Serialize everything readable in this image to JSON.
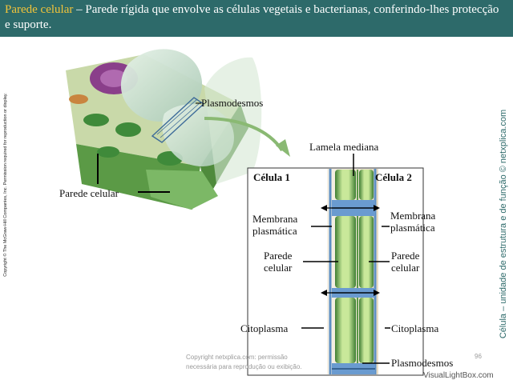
{
  "header": {
    "term": "Parede celular",
    "definition": " – Parede rígida que envolve as células vegetais e bacterianas, conferindo-lhes protecção e suporte."
  },
  "side_copyright": "Copyright © The McGraw-Hill Companies, Inc. Permission required for reproduction or display.",
  "side_brand": "Célula – unidade de estrutura e de função © netxplica.com",
  "labels": {
    "plasmodesmos_top": "Plasmodesmos",
    "parede_celular_left": "Parede celular",
    "lamela_mediana": "Lamela mediana",
    "celula1": "Célula 1",
    "celula2": "Célula 2",
    "membrana_left_1": "Membrana",
    "membrana_left_2": "plasmática",
    "membrana_right_1": "Membrana",
    "membrana_right_2": "plasmática",
    "parede_left_1": "Parede",
    "parede_left_2": "celular",
    "parede_right_1": "Parede",
    "parede_right_2": "celular",
    "citoplasma_left": "Citoplasma",
    "citoplasma_right": "Citoplasma",
    "plasmodesmos_bottom": "Plasmodesmos"
  },
  "footer": {
    "line1": "Copyright netxplica.com: permissão",
    "line2": "necessária para reprodução ou exibição.",
    "page": "96",
    "watermark": "VisualLightBox.com"
  },
  "colors": {
    "header_bg": "#2d6a6a",
    "term": "#f2c43a",
    "wall_green": "#6fae5a",
    "membrane_blue": "#5d8fc4"
  }
}
